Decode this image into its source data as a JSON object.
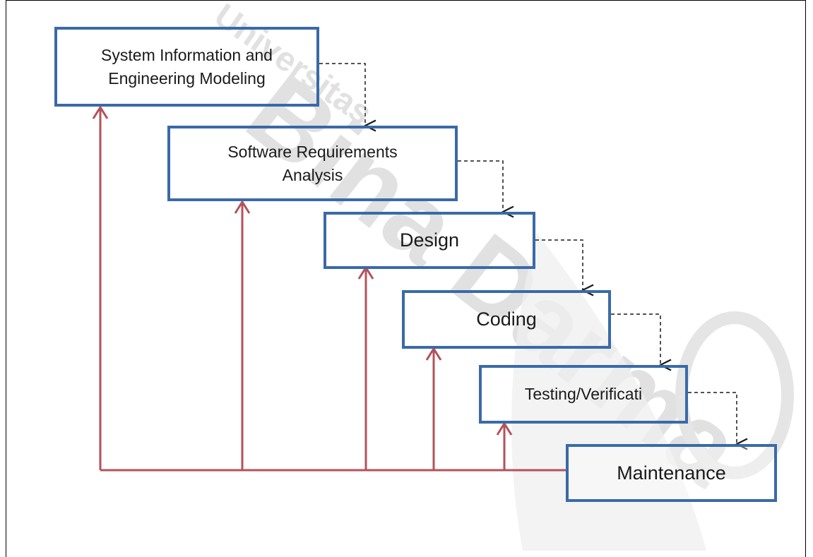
{
  "diagram": {
    "type": "waterfall-model",
    "stages": [
      {
        "id": "system",
        "label": "System Information and\nEngineering Modeling"
      },
      {
        "id": "requirements",
        "label": "Software Requirements\nAnalysis"
      },
      {
        "id": "design",
        "label": "Design"
      },
      {
        "id": "coding",
        "label": "Coding"
      },
      {
        "id": "testing",
        "label": "Testing/Verificati"
      },
      {
        "id": "maintenance",
        "label": "Maintenance"
      }
    ],
    "colors": {
      "box_border": "#3a6aa8",
      "feedback_line": "#b4525a",
      "flow_line": "#1a1a1a",
      "watermark": "#c9c9c9"
    },
    "watermark": {
      "text_top": "Universitas",
      "text_main": "Bina Darma"
    }
  }
}
